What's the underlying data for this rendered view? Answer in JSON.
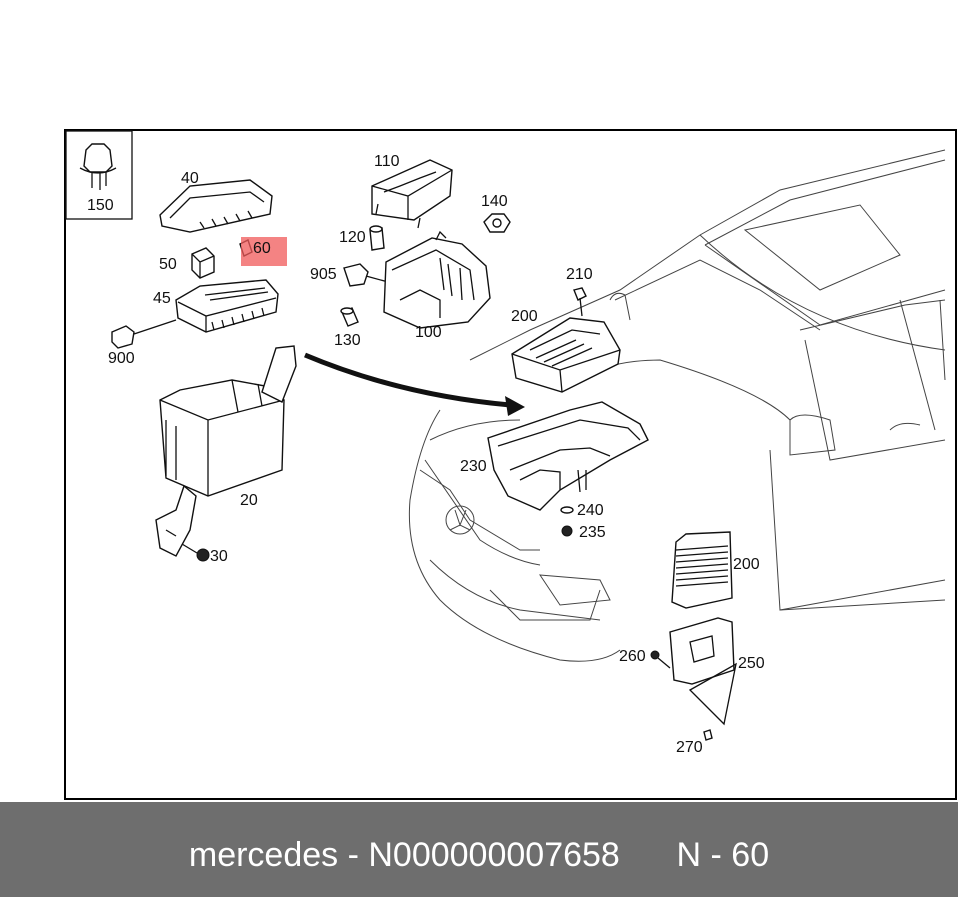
{
  "labels": {
    "p150": "150",
    "p40": "40",
    "p60": "60",
    "p50": "50",
    "p45": "45",
    "p900": "900",
    "p20": "20",
    "p30": "30",
    "p110": "110",
    "p120": "120",
    "p140": "140",
    "p905": "905",
    "p130": "130",
    "p100": "100",
    "p210": "210",
    "p200a": "200",
    "p230": "230",
    "p240": "240",
    "p235": "235",
    "p200b": "200",
    "p260": "260",
    "p250": "250",
    "p270": "270"
  },
  "highlight_part": "60",
  "footer": {
    "text": "mercedes - N000000007658      N - 60"
  },
  "colors": {
    "highlight": "#f05a5a",
    "footer_bg": "#6e6e6e",
    "footer_text": "#ffffff"
  }
}
